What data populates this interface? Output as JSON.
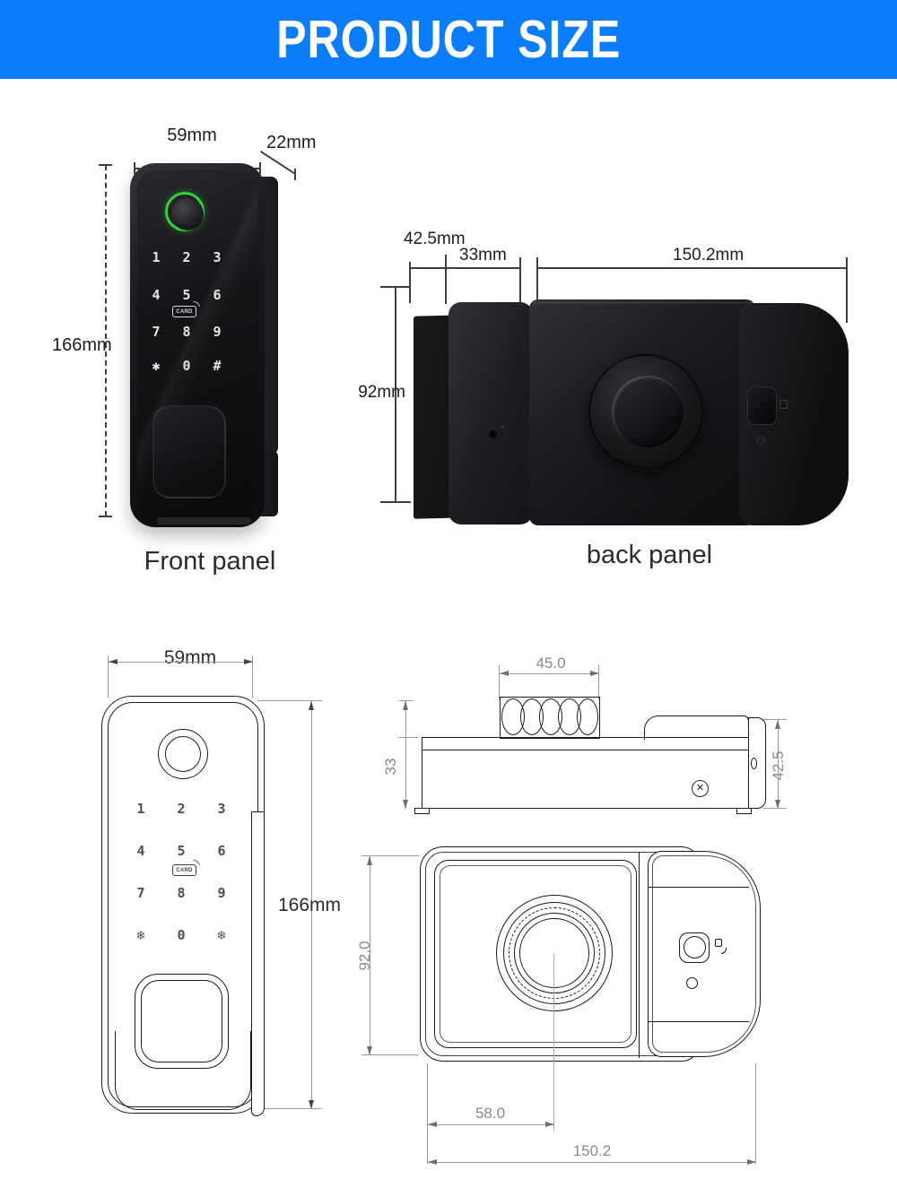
{
  "header": {
    "title": "PRODUCT SIZE"
  },
  "front_photo": {
    "caption": "Front panel",
    "dim_width": "59mm",
    "dim_depth": "22mm",
    "dim_height": "166mm",
    "keypad_rows": [
      [
        "1",
        "2",
        "3"
      ],
      [
        "4",
        "5",
        "6"
      ],
      [
        "7",
        "8",
        "9"
      ],
      [
        "✱",
        "0",
        "#"
      ]
    ],
    "card_label": "CARD",
    "card_wave": ")"
  },
  "back_photo": {
    "caption": "back panel",
    "dim_side": "42.5mm",
    "dim_knob_depth": "33mm",
    "dim_width": "150.2mm",
    "dim_height": "92mm"
  },
  "front_drawing": {
    "dim_width": "59mm",
    "dim_height": "166mm",
    "keypad_rows": [
      [
        "1",
        "2",
        "3"
      ],
      [
        "4",
        "5",
        "6"
      ],
      [
        "7",
        "8",
        "9"
      ],
      [
        "❄",
        "0",
        "❄"
      ]
    ],
    "card_label": "CARD",
    "card_wave": ")"
  },
  "side_drawing": {
    "dim_knob_width": "45.0",
    "dim_body_height": "33",
    "dim_total_height": "42.5",
    "screw_glyph": "✕"
  },
  "back_drawing": {
    "dim_height": "92.0",
    "dim_knob_center": "58.0",
    "dim_width": "150.2"
  }
}
